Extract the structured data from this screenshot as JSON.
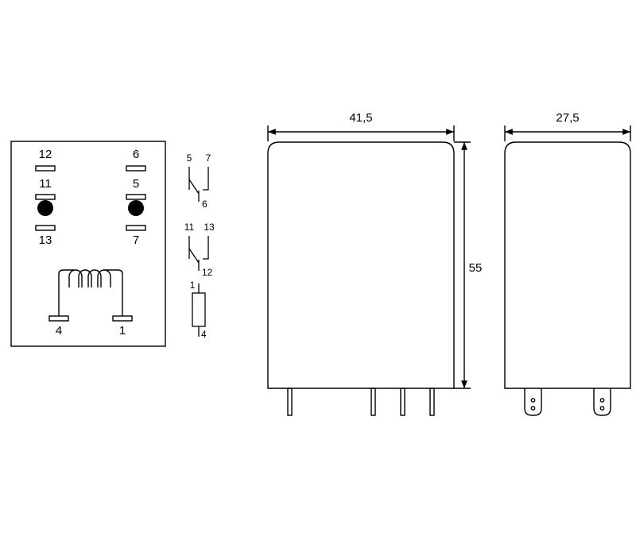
{
  "pin_layout": {
    "labels": {
      "p12": "12",
      "p6": "6",
      "p11": "11",
      "p5": "5",
      "p13": "13",
      "p7": "7",
      "p4": "4",
      "p1": "1"
    }
  },
  "schematic": {
    "contact_1": {
      "left": "5",
      "right": "7",
      "common": "6"
    },
    "contact_2": {
      "left": "11",
      "right": "13",
      "common": "12"
    },
    "coil": {
      "top": "1",
      "bottom": "4"
    }
  },
  "dimensions": {
    "front_width": "41,5",
    "height": "55",
    "side_width": "27,5"
  }
}
